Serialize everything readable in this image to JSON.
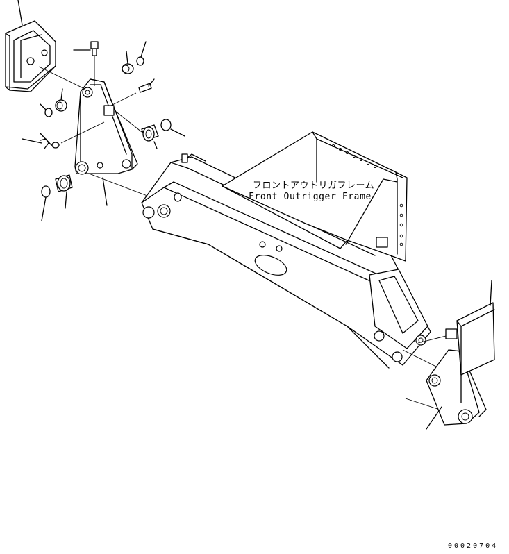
{
  "part_label": {
    "japanese": "フロントアウトリガフレーム",
    "english": "Front Outrigger Frame"
  },
  "drawing_number": "00020704",
  "colors": {
    "line": "#000000",
    "background": "#ffffff"
  }
}
